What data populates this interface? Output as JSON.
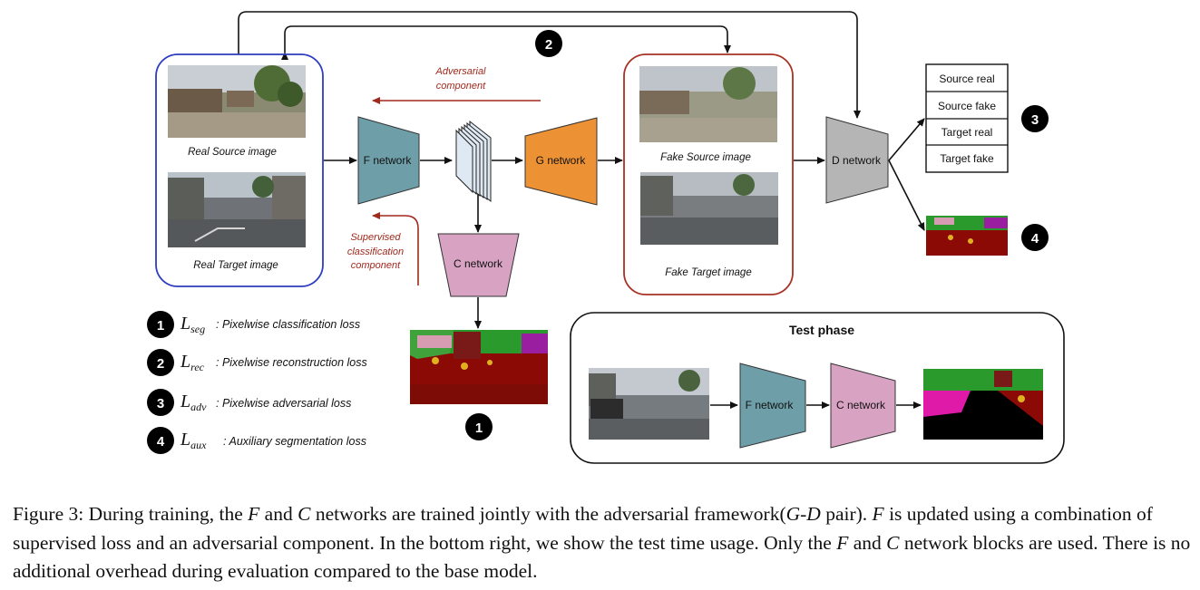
{
  "top": {
    "badge_2": "2",
    "adversarial_label": [
      "Adversarial",
      "component"
    ],
    "supervised_label": [
      "Supervised",
      "classification",
      "component"
    ]
  },
  "source_panel": {
    "real_source_label": "Real Source image",
    "real_target_label": "Real Target image"
  },
  "networks": {
    "f": "F network",
    "g": "G network",
    "c": "C network",
    "d": "D network"
  },
  "fake_panel": {
    "fake_source_label": "Fake Source image",
    "fake_target_label": "Fake Target image"
  },
  "d_outputs": {
    "classes": [
      "Source real",
      "Source fake",
      "Target real",
      "Target fake"
    ],
    "badge_3": "3",
    "badge_4": "4"
  },
  "c_output": {
    "badge_1": "1"
  },
  "legend": [
    {
      "num": "1",
      "symbol": "L",
      "sub": "seg",
      "desc": ": Pixelwise classification loss"
    },
    {
      "num": "2",
      "symbol": "L",
      "sub": "rec",
      "desc": ": Pixelwise reconstruction loss"
    },
    {
      "num": "3",
      "symbol": "L",
      "sub": "adv",
      "desc": ": Pixelwise adversarial loss"
    },
    {
      "num": "4",
      "symbol": "L",
      "sub": "aux",
      "desc": ": Auxiliary segmentation loss"
    }
  ],
  "test_phase": {
    "title": "Test phase",
    "f": "F network",
    "c": "C network"
  },
  "caption": {
    "t1": "Figure 3: During training, the ",
    "F1": "F",
    "t2": " and ",
    "C1": "C",
    "t3": " networks are trained jointly with the adversarial framework(",
    "GD": "G-D",
    "t4": " pair). ",
    "F2": "F",
    "t5": " is updated using a combination of supervised loss and an adversarial component. In the bottom right, we show the test time usage. Only the ",
    "F3": "F",
    "t6": " and ",
    "C2": "C",
    "t7": " network blocks are used. There is no additional overhead during evaluation compared to the base model."
  },
  "colors": {
    "f_net": "#6e9ea8",
    "g_net": "#ec9234",
    "c_net": "#d8a3c3",
    "d_net": "#b5b5b5",
    "source_border": "#2e3dbf",
    "fake_border": "#a83224",
    "red_text": "#a0291c"
  }
}
